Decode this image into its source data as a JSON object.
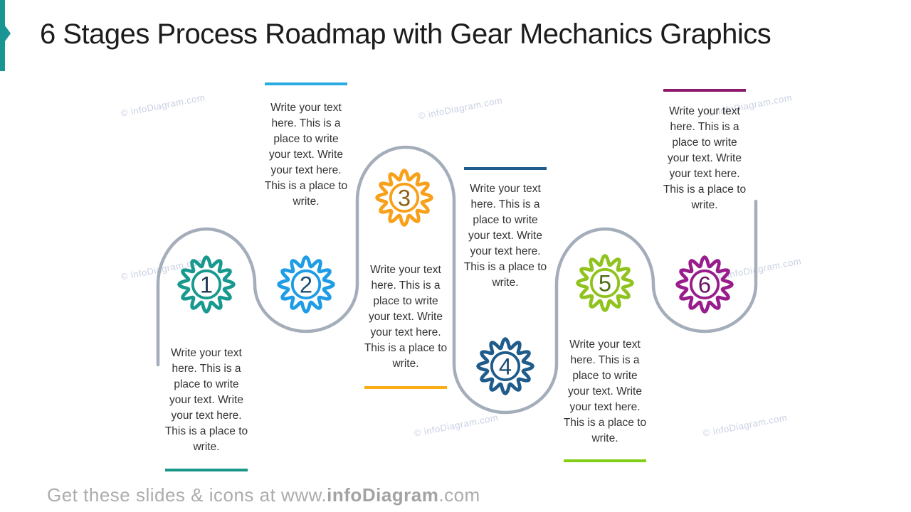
{
  "slide": {
    "title": "6 Stages Process Roadmap with Gear Mechanics Graphics",
    "watermark": "© infoDiagram.com",
    "footer": {
      "prefix": "Get these slides & icons at www.",
      "brand": "infoDiagram",
      "suffix": ".com"
    }
  },
  "colors": {
    "connector": "#A4AEBB",
    "accent_bar": "#199693"
  },
  "stages": [
    {
      "number": "1",
      "gear_color": "#18998F",
      "number_color": "#1E3A4F",
      "line_color": "#1A9688",
      "text_position": "below",
      "text": "Write your text here. This is a place to write your text. Write your text here. This is a place to write."
    },
    {
      "number": "2",
      "gear_color": "#1E9CE5",
      "number_color": "#1C4F71",
      "line_color": "#29ABE2",
      "text_position": "above",
      "text": "Write your text here. This is a place to write your text. Write your text here. This is a place to write."
    },
    {
      "number": "3",
      "gear_color": "#F9A01B",
      "number_color": "#8F6313",
      "line_color": "#FBAD18",
      "text_position": "below",
      "text": "Write your text here. This is a place to write your text. Write your text here. This is a place to write."
    },
    {
      "number": "4",
      "gear_color": "#1F5C8B",
      "number_color": "#1A4E77",
      "line_color": "#1F5C8B",
      "text_position": "above",
      "text": "Write your text here. This is a place to write your text. Write your text here. This is a place to write."
    },
    {
      "number": "5",
      "gear_color": "#90C31D",
      "number_color": "#4F6E15",
      "line_color": "#82CE14",
      "text_position": "below",
      "text": "Write your text here. This is a place to write your text. Write your text here. This is a place to write."
    },
    {
      "number": "6",
      "gear_color": "#991C8C",
      "number_color": "#6B1263",
      "line_color": "#8C1A6C",
      "text_position": "above",
      "text": "Write your text here. This is a place to write your text. Write your text here. This is a place to write."
    }
  ]
}
